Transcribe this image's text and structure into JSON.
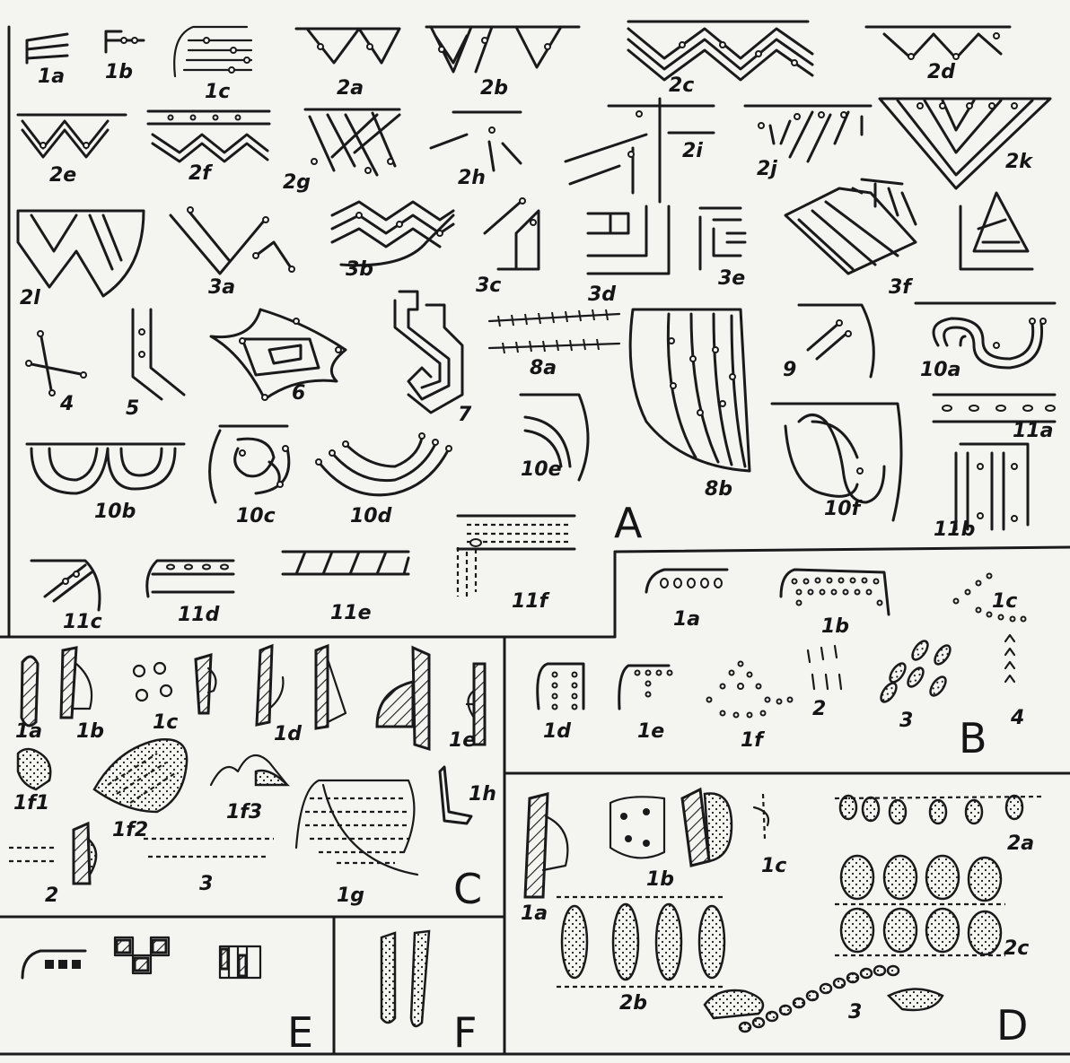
{
  "sections": {
    "A": "A",
    "B": "B",
    "C": "C",
    "D": "D",
    "E": "E",
    "F": "F"
  },
  "labels_A": [
    "1a",
    "1b",
    "1c",
    "2a",
    "2b",
    "2c",
    "2d",
    "2e",
    "2f",
    "2g",
    "2h",
    "2i",
    "2j",
    "2k",
    "2l",
    "3a",
    "3b",
    "3c",
    "3d",
    "3e",
    "3f",
    "4",
    "5",
    "6",
    "7",
    "8a",
    "8b",
    "9",
    "10a",
    "10b",
    "10c",
    "10d",
    "10e",
    "10f",
    "11a",
    "11b",
    "11c",
    "11d",
    "11e",
    "11f"
  ],
  "labels_B": [
    "1a",
    "1b",
    "1c",
    "1d",
    "1e",
    "1f",
    "2",
    "3",
    "4"
  ],
  "labels_C": [
    "1a",
    "1b",
    "1c",
    "1d",
    "1e",
    "1f1",
    "1f2",
    "1f3",
    "1g",
    "1h",
    "2",
    "3"
  ],
  "labels_D": [
    "1a",
    "1b",
    "1c",
    "2a",
    "2b",
    "2c",
    "3"
  ]
}
